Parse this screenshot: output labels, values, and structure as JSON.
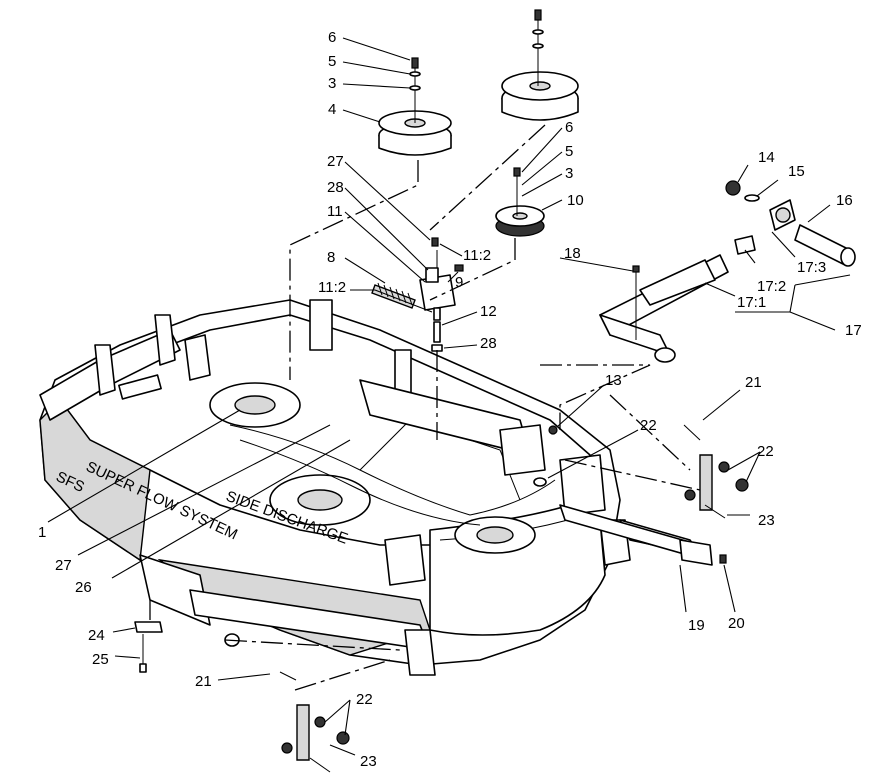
{
  "diagram": {
    "deck_decal_top": "SIDE DISCHARGE",
    "deck_decal_side": "SUPER FLOW SYSTEM",
    "deck_decal_large": "SFS",
    "callouts": {
      "c1": "1",
      "c3a": "3",
      "c3b": "3",
      "c4": "4",
      "c5a": "5",
      "c5b": "5",
      "c6a": "6",
      "c6b": "6",
      "c8": "8",
      "c9": "9",
      "c10": "10",
      "c11": "11",
      "c11_2a": "11:2",
      "c11_2b": "11:2",
      "c12": "12",
      "c13": "13",
      "c14": "14",
      "c15": "15",
      "c16": "16",
      "c17": "17",
      "c17_1": "17:1",
      "c17_2": "17:2",
      "c17_3": "17:3",
      "c18": "18",
      "c19": "19",
      "c20": "20",
      "c21a": "21",
      "c21b": "21",
      "c22a": "22",
      "c22b": "22",
      "c22c": "22",
      "c23a": "23",
      "c23b": "23",
      "c24": "24",
      "c25": "25",
      "c26": "26",
      "c27a": "27",
      "c27b": "27",
      "c28a": "28",
      "c28b": "28"
    }
  }
}
